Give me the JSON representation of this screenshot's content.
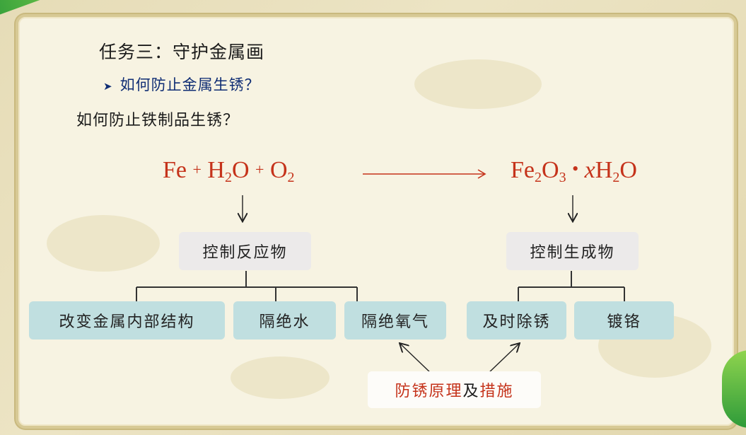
{
  "title": "任务三：守护金属画",
  "subtitle": "如何防止金属生锈？",
  "question": "如何防止铁制品生锈？",
  "equation": {
    "left": {
      "fe": "Fe",
      "plus1": "+",
      "h": "H",
      "h_sub": "2",
      "o": "O",
      "plus2": "+",
      "o2": "O",
      "o2_sub": "2"
    },
    "right": {
      "fe": "Fe",
      "fe_sub": "2",
      "o": "O",
      "o_sub": "3",
      "dot": "•",
      "x": "x",
      "h": "H",
      "h_sub": "2",
      "o2": "O"
    }
  },
  "control_reactants": "控制反应物",
  "control_products": "控制生成物",
  "methods_left": [
    "改变金属内部结构",
    "隔绝水",
    "隔绝氧气"
  ],
  "methods_right": [
    "及时除锈",
    "镀铬"
  ],
  "principle": {
    "part1": "防锈原理",
    "part2": "及",
    "part3": "措施"
  },
  "colors": {
    "accent_red": "#c5331b",
    "subtitle_blue": "#0f2d74",
    "box_teal": "#c0dfe0",
    "box_gray": "#eceaea"
  }
}
